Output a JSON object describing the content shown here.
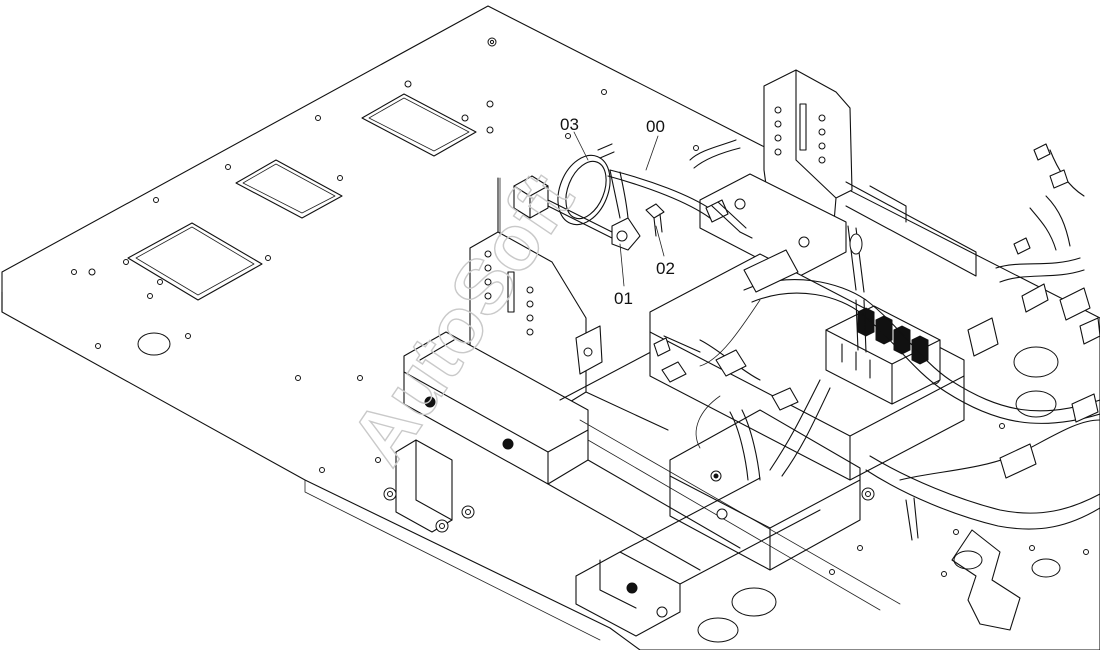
{
  "callouts": {
    "c00": "00",
    "c01": "01",
    "c02": "02",
    "c03": "03"
  },
  "watermark": "AutoSoft"
}
